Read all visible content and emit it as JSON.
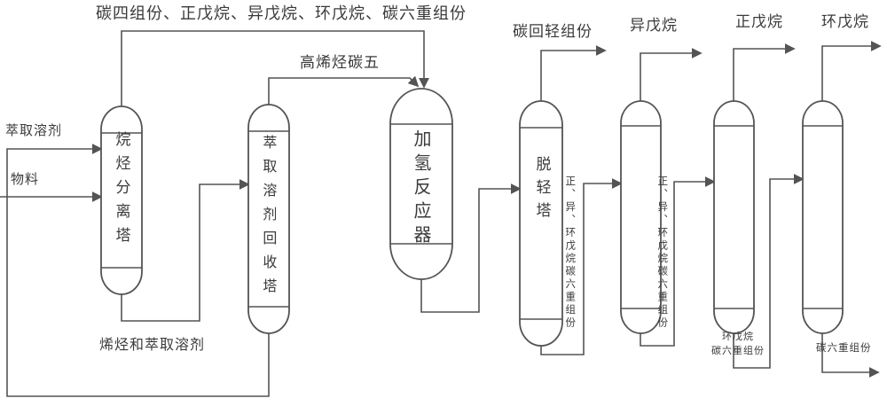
{
  "diagram": {
    "background": "#ffffff",
    "line_color": "#545454",
    "text_color": "#3a3a3a",
    "units": [
      {
        "id": "alkane-separation-tower",
        "label": "烷烃分离塔"
      },
      {
        "id": "solvent-recovery-tower",
        "label": "萃取溶剂回收塔"
      },
      {
        "id": "hydrogenation-reactor",
        "label": "加氢反应器"
      },
      {
        "id": "de-lightening-tower",
        "label": "脱轻塔"
      },
      {
        "id": "isopentane-tower",
        "label": ""
      },
      {
        "id": "n-pentane-tower",
        "label": ""
      },
      {
        "id": "cyclopentane-tower",
        "label": ""
      }
    ],
    "streams": {
      "top_mixture": "碳四组份、正戊烷、异戊烷、环戊烷、碳六重组份",
      "high_olefin_c5": "高烯烃碳五",
      "extraction_solvent": "萃取溶剂",
      "feed": "物料",
      "olefins_and_solvent": "烯烃和萃取溶剂",
      "light_recycle": "碳回轻组份",
      "isopentane": "异戊烷",
      "n_pentane": "正戊烷",
      "cyclopentane": "环戊烷",
      "pentanes_c6_heavy_1": "正、异、环戊烷碳六重组份",
      "pentanes_c6_heavy_2": "正、异、环戊烷碳六重组份",
      "cyclopentane_c6_line1": "环戊烷",
      "cyclopentane_c6_line2": "碳六重组份",
      "c6_heavy": "碳六重组份"
    }
  }
}
